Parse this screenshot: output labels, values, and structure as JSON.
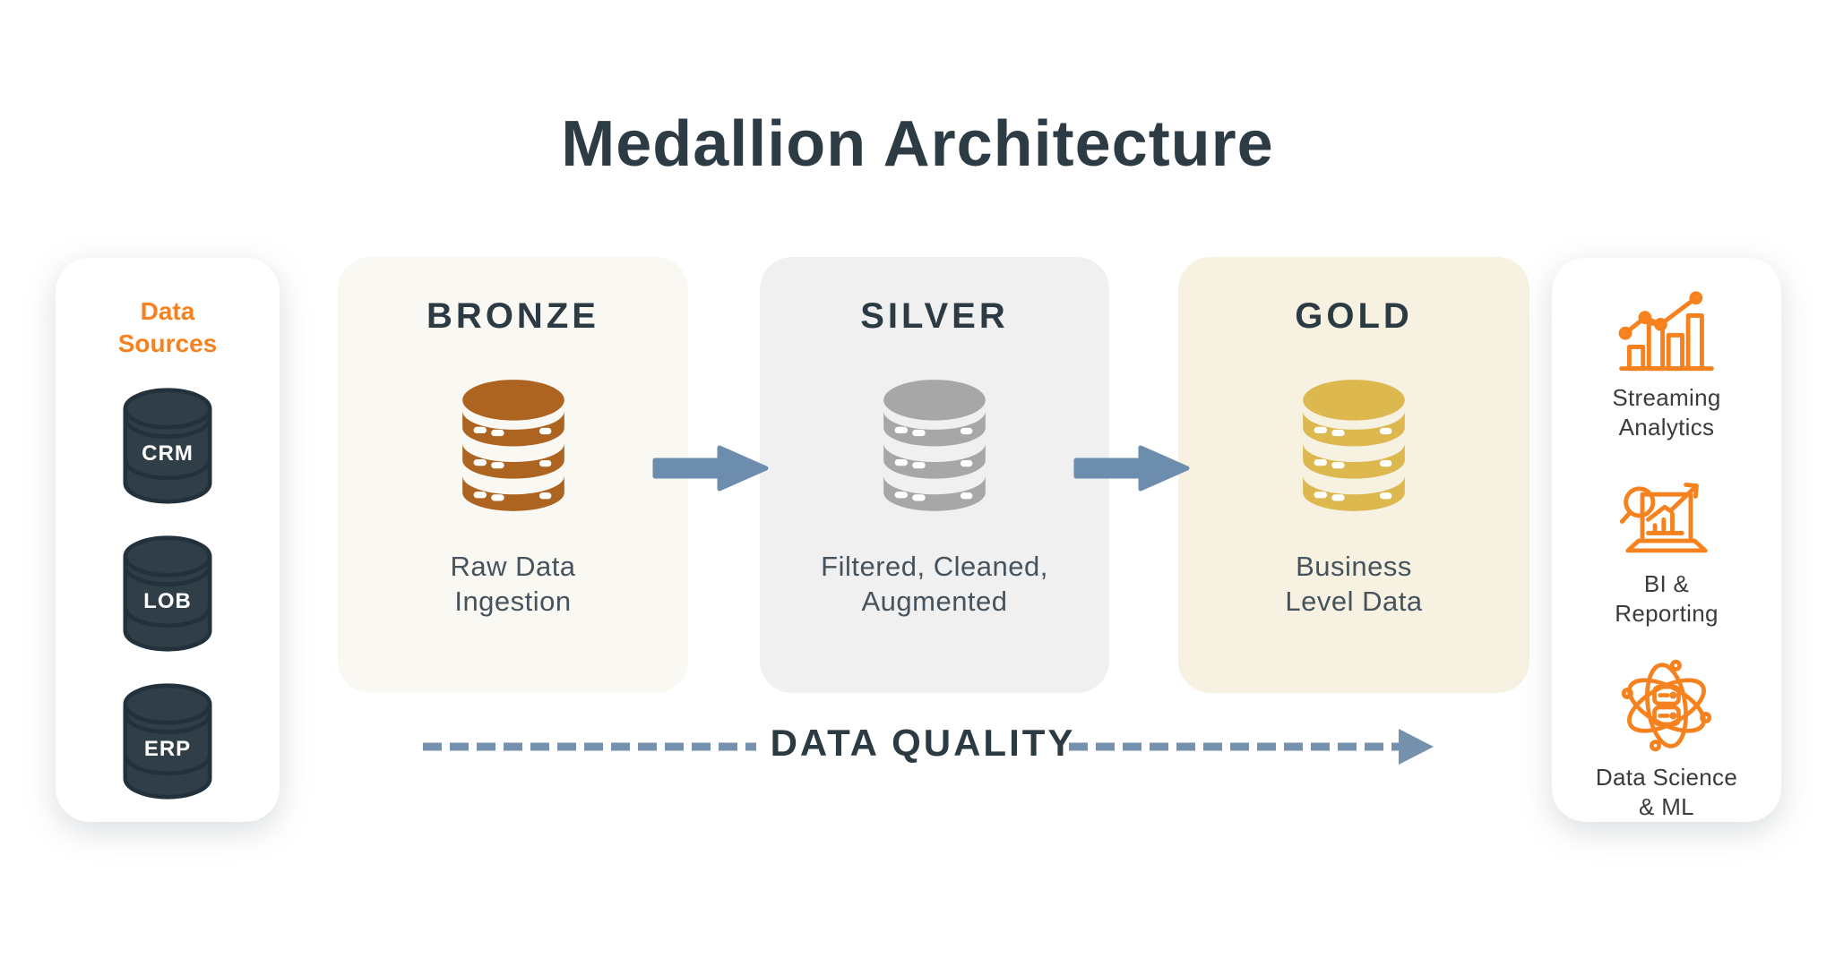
{
  "title": "Medallion Architecture",
  "sources": {
    "title_line1": "Data",
    "title_line2": "Sources",
    "items": [
      {
        "label": "CRM"
      },
      {
        "label": "LOB"
      },
      {
        "label": "ERP"
      }
    ]
  },
  "stages": [
    {
      "name": "BRONZE",
      "caption_line1": "Raw Data",
      "caption_line2": "Ingestion",
      "icon": "database-icon",
      "icon_color": "#ad6420",
      "bg_color": "#faf8f3"
    },
    {
      "name": "SILVER",
      "caption_line1": "Filtered, Cleaned,",
      "caption_line2": "Augmented",
      "icon": "database-icon",
      "icon_color": "#a7a7a7",
      "bg_color": "#f0f0f1"
    },
    {
      "name": "GOLD",
      "caption_line1": "Business",
      "caption_line2": "Level Data",
      "icon": "database-icon",
      "icon_color": "#ddb84f",
      "bg_color": "#f6f1e1"
    }
  ],
  "flow": {
    "quality_label": "DATA QUALITY",
    "arrow_color": "#6d8dae",
    "dash_color": "#7591ad"
  },
  "outputs": {
    "items": [
      {
        "label_line1": "Streaming",
        "label_line2": "Analytics",
        "icon": "streaming-analytics-icon"
      },
      {
        "label_line1": "BI &",
        "label_line2": "Reporting",
        "icon": "bi-reporting-icon"
      },
      {
        "label_line1": "Data Science",
        "label_line2": "& ML",
        "icon": "data-science-ml-icon"
      }
    ]
  },
  "colors": {
    "title_text": "#2d3b44",
    "accent_orange": "#f6821f",
    "source_db_fill": "#2f3e47",
    "source_db_stroke": "#22313b",
    "caption_text": "#46535d",
    "stage_name_text": "#2c3a43"
  }
}
